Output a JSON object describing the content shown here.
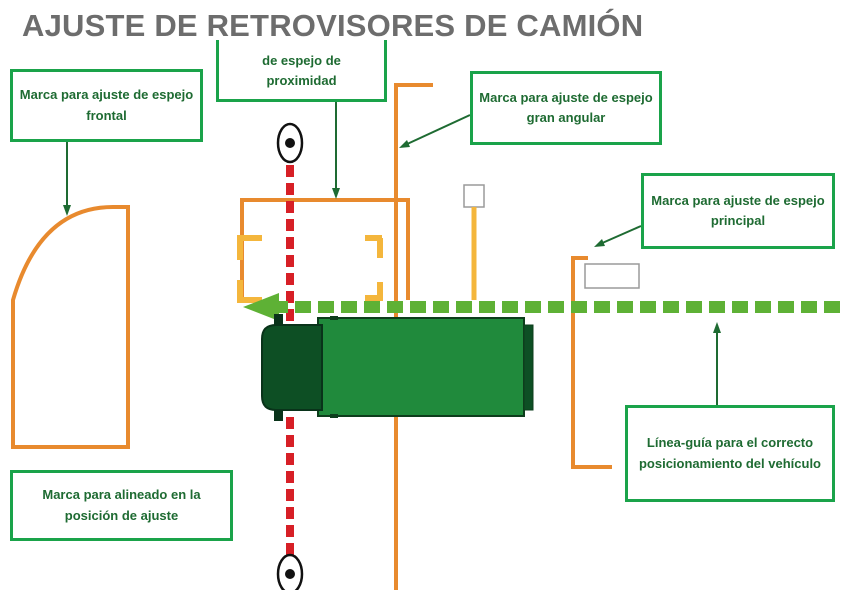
{
  "title": "AJUSTE DE RETROVISORES DE CAMIÓN",
  "labels": {
    "front_mirror": "Marca para ajuste de espejo frontal",
    "proximity_mirror": "de espejo de proximidad",
    "wide_angle_mirror": "Marca para ajuste de espejo gran angular",
    "main_mirror": "Marca para ajuste de espejo principal",
    "guide_line": "Línea-guía para el correcto posicionamiento del vehículo",
    "alignment_mark": "Marca para alineado en la posición de ajuste"
  },
  "colors": {
    "marker_orange": "#e88a2e",
    "marker_yellow": "#f4b63c",
    "alignment_red": "#d71f26",
    "guide_green": "#5eb135",
    "truck_cab": "#0d4f24",
    "truck_body": "#208a3c",
    "callout_border": "#1aa34a",
    "callout_text": "#1e6b32",
    "title_gray": "#6d6d6d"
  }
}
